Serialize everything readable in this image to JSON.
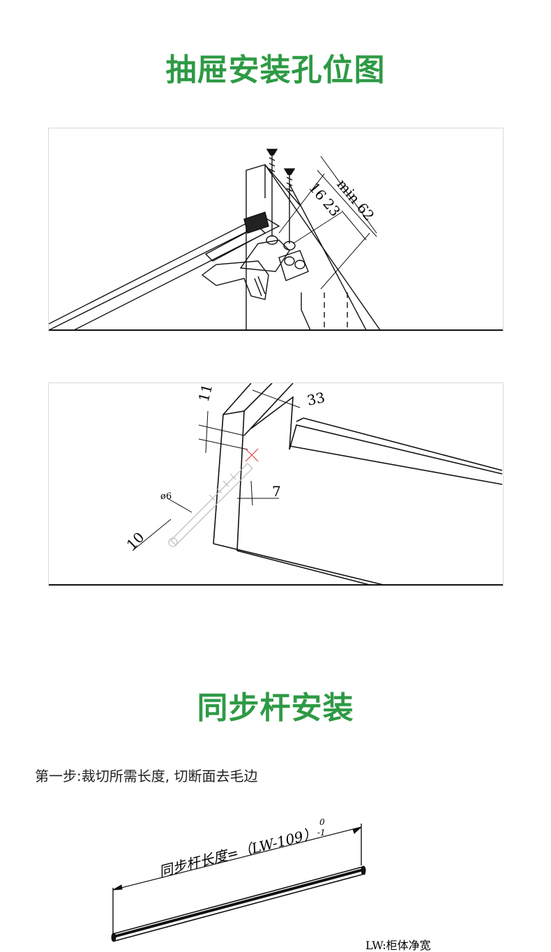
{
  "titles": {
    "drawer_holes": "抽屉安装孔位图",
    "sync_rod": "同步杆安装"
  },
  "diagram1": {
    "dims": {
      "d16": "16",
      "d23": "23",
      "min62": "min 62"
    }
  },
  "diagram2": {
    "dims": {
      "d11": "11",
      "d33": "33",
      "d7": "7",
      "d6": "ø6",
      "d10": "10"
    }
  },
  "step1": "第一步:裁切所需长度, 切断面去毛边",
  "rod": {
    "formula": "同步杆长度=（LW-109）",
    "tol_upper": "0",
    "tol_lower": "-1",
    "legend": "LW:柜体净宽"
  },
  "colors": {
    "title_green": "#2e9a45",
    "line": "#111111",
    "mark_red": "#e03030"
  }
}
